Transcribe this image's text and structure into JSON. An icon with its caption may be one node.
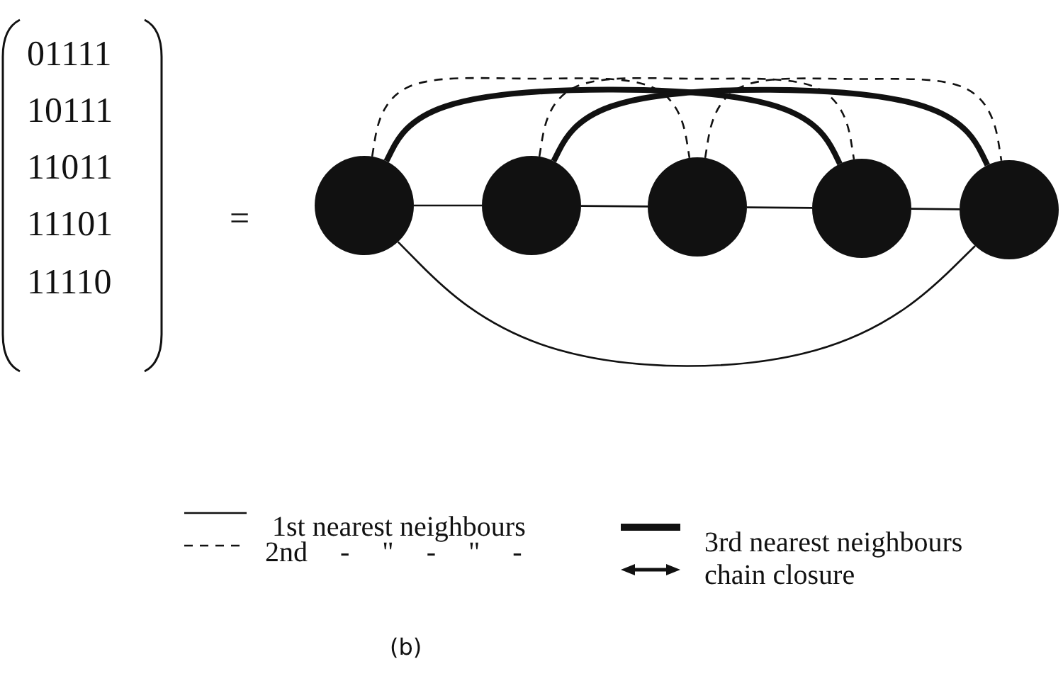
{
  "diagram": {
    "caption": "(b)",
    "nodes": [
      {
        "text": [],
        "shape": "circle"
      },
      {
        "text": [],
        "shape": "circle"
      },
      {
        "text": [],
        "shape": "circle"
      },
      {
        "text": [],
        "shape": "circle"
      },
      {
        "text": [],
        "shape": "circle"
      }
    ],
    "edges": [
      {
        "from": 0,
        "to": 1,
        "arrow": "none"
      },
      {
        "from": 1,
        "to": 2,
        "arrow": "none"
      },
      {
        "from": 2,
        "to": 3,
        "arrow": "none"
      },
      {
        "from": 3,
        "to": 4,
        "arrow": "none"
      },
      {
        "from": 0,
        "to": 2,
        "arrow": "none",
        "style": "dashed"
      },
      {
        "from": 1,
        "to": 3,
        "arrow": "none",
        "style": "dashed"
      },
      {
        "from": 2,
        "to": 4,
        "arrow": "none",
        "style": "dashed"
      },
      {
        "from": 0,
        "to": 3,
        "arrow": "none",
        "style": "thick"
      },
      {
        "from": 1,
        "to": 4,
        "arrow": "none",
        "style": "thick"
      },
      {
        "from": 0,
        "to": 4,
        "arrow": "none"
      }
    ],
    "labels": [
      "01111",
      "10111",
      "11011",
      "11101",
      "11110",
      "="
    ],
    "legend": [
      {
        "text": "1st nearest neighbours"
      },
      {
        "text": "2nd - \" - \" -"
      },
      {
        "text": "3rd nearest neighbours"
      },
      {
        "text": "chain closure"
      }
    ]
  }
}
